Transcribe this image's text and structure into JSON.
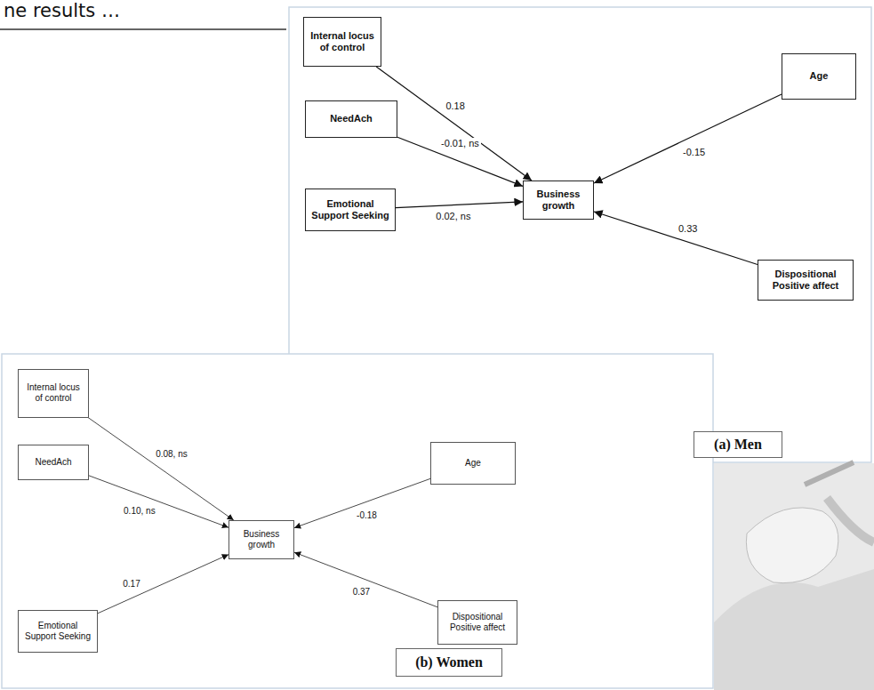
{
  "diagram": {
    "title": "ne results …",
    "nodes": [
      {
        "text": [
          "Internal locus of control"
        ]
      },
      {
        "text": [
          "NeedAch"
        ]
      },
      {
        "text": [
          "Emotional Support Seeking"
        ]
      },
      {
        "text": [
          "Business growth"
        ]
      },
      {
        "text": [
          "Age"
        ]
      },
      {
        "text": [
          "Dispositional Positive affect"
        ]
      },
      {
        "text": [
          "(a) Men"
        ]
      },
      {
        "text": [
          "Internal locus of control"
        ]
      },
      {
        "text": [
          "NeedAch"
        ]
      },
      {
        "text": [
          "Emotional Support Seeking"
        ]
      },
      {
        "text": [
          "Business growth"
        ]
      },
      {
        "text": [
          "Age"
        ]
      },
      {
        "text": [
          "Dispositional Positive affect"
        ]
      },
      {
        "text": [
          "(b) Women"
        ]
      }
    ],
    "edges": [
      {
        "from": 0,
        "to": 3,
        "arrow": "to",
        "label": "0.18"
      },
      {
        "from": 1,
        "to": 3,
        "arrow": "to",
        "label": "-0.01, ns"
      },
      {
        "from": 2,
        "to": 3,
        "arrow": "to",
        "label": "0.02, ns"
      },
      {
        "from": 4,
        "to": 3,
        "arrow": "to",
        "label": "-0.15"
      },
      {
        "from": 5,
        "to": 3,
        "arrow": "to",
        "label": "0.33"
      },
      {
        "from": 7,
        "to": 10,
        "arrow": "to",
        "label": "0.08, ns"
      },
      {
        "from": 8,
        "to": 10,
        "arrow": "to",
        "label": "0.10, ns"
      },
      {
        "from": 9,
        "to": 10,
        "arrow": "to",
        "label": "0.17"
      },
      {
        "from": 11,
        "to": 10,
        "arrow": "to",
        "label": "-0.18"
      },
      {
        "from": 12,
        "to": 10,
        "arrow": "to",
        "label": "0.37"
      }
    ]
  }
}
